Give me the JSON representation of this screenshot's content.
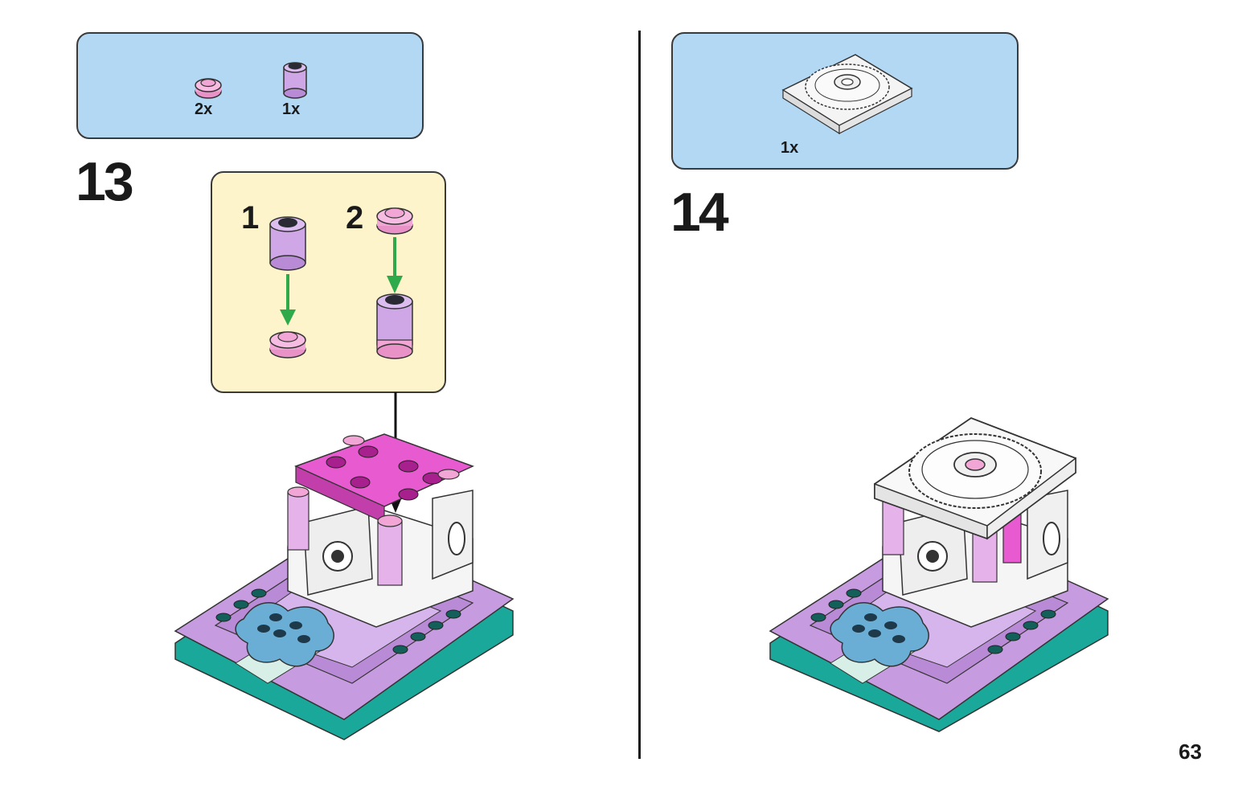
{
  "step13": {
    "number": "13",
    "parts": [
      {
        "name": "round-plate-pink",
        "qty": "2x",
        "color": "#f2a6d6"
      },
      {
        "name": "round-brick-lavender",
        "qty": "1x",
        "color": "#cfa6e6"
      }
    ],
    "substeps": [
      {
        "number": "1"
      },
      {
        "number": "2"
      }
    ]
  },
  "step14": {
    "number": "14",
    "parts": [
      {
        "name": "turntable-plate-white",
        "qty": "1x",
        "color": "#f2f2f2"
      }
    ]
  },
  "page": {
    "number": "63"
  },
  "colors": {
    "parts_box": "#b3d8f4",
    "substep_box": "#fdf4cc",
    "arrow": "#2eaa4a",
    "magenta": "#e85ad0",
    "lavender": "#b98ad6",
    "teal": "#1aa89a",
    "sky_blue": "#6aaed6"
  }
}
